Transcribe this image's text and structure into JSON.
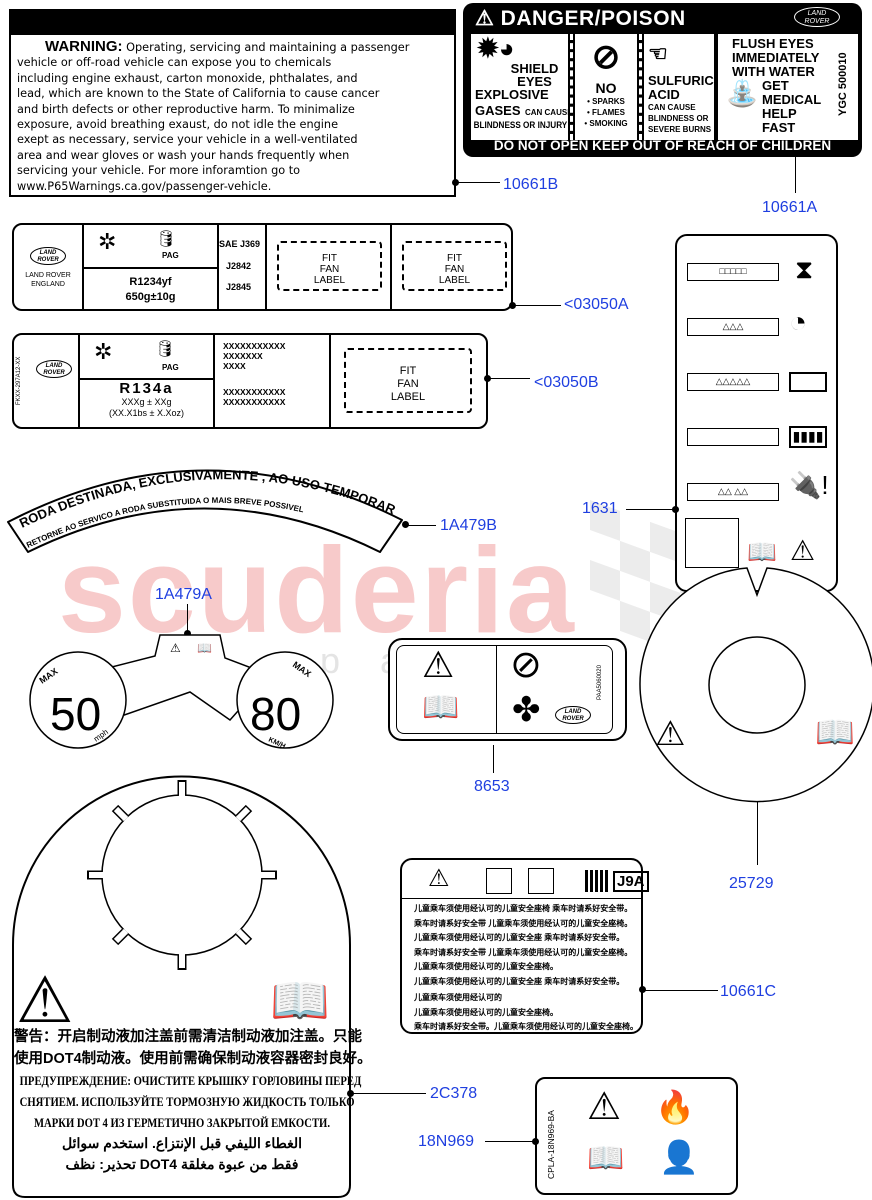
{
  "watermark": {
    "brand": "scuderia",
    "sub": "carparts"
  },
  "callouts": {
    "c10661B": "10661B",
    "c10661A": "10661A",
    "c03050A": "<03050A",
    "c03050B": "<03050B",
    "c1631": "1631",
    "c1A479B": "1A479B",
    "c1A479A": "1A479A",
    "c8653": "8653",
    "c25729": "25729",
    "c10661C": "10661C",
    "c2C378": "2C378",
    "c18N969": "18N969"
  },
  "prop65": {
    "heading": "WARNING:",
    "lines": [
      "Operating, servicing and maintaining a passenger",
      "vehicle or off-road vehicle can expose you to chemicals",
      "including engine exhaust, carton monoxide, phthalates, and",
      "lead, which are known to the State of California to cause cancer",
      "and birth defects or other reproductive harm. To minimalize",
      "exposure, avoid breathing exaust, do not idle the engine",
      "exept as necessary, service your vehicle in a well-ventilated",
      "area and wear gloves or wash your hands frequently when",
      "servicing your vehicle. For more inforamtion go to",
      "www.P65Warnings.ca.gov/passenger-vehicle."
    ]
  },
  "danger": {
    "title": "DANGER/POISON",
    "logo": "LAND ROVER",
    "p1": {
      "a": "SHIELD",
      "b": "EYES",
      "c": "EXPLOSIVE",
      "d": "GASES",
      "e": "CAN CAUSE",
      "f": "BLINDNESS OR INJURY"
    },
    "p2": {
      "a": "NO",
      "b": "• SPARKS",
      "c": "• FLAMES",
      "d": "• SMOKING"
    },
    "p3": {
      "a": "SULFURIC",
      "b": "ACID",
      "c": "CAN CAUSE",
      "d": "BLINDNESS OR",
      "e": "SEVERE BURNS"
    },
    "p4": {
      "a": "FLUSH EYES",
      "b": "IMMEDIATELY",
      "c": "WITH WATER",
      "d": "GET",
      "e": "MEDICAL",
      "f": "HELP",
      "g": "FAST",
      "code": "YGC 500010"
    },
    "footer": "DO NOT OPEN KEEP OUT OF REACH OF CHILDREN"
  },
  "refrigerant_a": {
    "logo": "LAND ROVER",
    "maker": "LAND ROVER",
    "country": "ENGLAND",
    "oil": "PAG",
    "gas": "R1234yf",
    "charge": "650g±10g",
    "std1": "SAE J369",
    "std2": "J2842",
    "std3": "J2845",
    "fan1": "FIT",
    "fan2": "FAN",
    "fan3": "LABEL"
  },
  "refrigerant_b": {
    "logo": "LAND ROVER",
    "code": "FKXX-297A12-XX",
    "oil": "PAG",
    "gas": "R134a",
    "charge": "XXXg ± XXg",
    "charge_imp": "(XX.X1bs ± X.Xoz)",
    "x1": "XXXXXXXXXXX",
    "x2": "XXXXXXX",
    "x3": "XXXX",
    "x4": "XXXXXXXXXXX",
    "x5": "XXXXXXXXXXX",
    "fan1": "FIT",
    "fan2": "FAN",
    "fan3": "LABEL"
  },
  "spare_wheel": {
    "line1": "RODA  DESTINADA,  EXCLUSIVAMENTE , AO USO TEMPORARIO",
    "line2": "RETORNE AO SERVICO   A RODA SUBSTITUIDA   O   MAIS BREVE POSSIVEL"
  },
  "speed_label": {
    "max_left": "MAX",
    "speed_left": "50",
    "unit_left": "mph",
    "max_right": "MAX",
    "speed_right": "80",
    "unit_right": "KM/H"
  },
  "brake_fluid": {
    "cn1": "警告：开启制动液加注盖前需清洁制动液加注盖。只能",
    "cn2": "使用DOT4制动液。使用前需确保制动液容器密封良好。",
    "ru1": "ПРЕДУПРЕЖДЕНИЕ: ОЧИСТИТЕ КРЫШКУ  ГОРЛОВИНЫ ПЕРЕД",
    "ru2": "СНЯТИЕМ. ИСПОЛЬЗУЙТЕ ТОРМОЗНУЮ ЖИДКОСТЬ ТОЛЬКО",
    "ru3": "МАРКИ DOT 4 ИЗ ГЕРМЕТИЧНО  ЗАКРЫТОЙ ЕМКОСТИ.",
    "ar1": "الغطاء الليفي قبل الإنتزاع. استخدم سوائل",
    "ar2": "فقط من عبوة مغلقة DOT4 تحذير: نظف"
  },
  "fan_label": {
    "code": "PAA5060020",
    "logo": "LAND ROVER"
  },
  "child_seat": {
    "code": "J9A",
    "lines": [
      "儿童乘车须使用经认可的儿童安全座椅 乘车时请系好安全带。",
      "乘车时请系好安全带 儿童乘车须使用经认可的儿童安全座椅。",
      "儿童乘车须使用经认可的儿童安全座 乘车时请系好安全带。",
      "乘车时请系好安全带 儿童乘车须使用经认可的儿童安全座椅。",
      "儿童乘车须使用经认可的儿童安全座椅。",
      "儿童乘车须使用经认可的儿童安全座 乘车时请系好安全带。",
      "儿童乘车须使用经认可的",
      "儿童乘车须使用经认可的儿童安全座椅。",
      "乘车时请系好安全带。儿童乘车须使用经认可的儿童安全座椅。"
    ]
  },
  "battery_label": {
    "code": "CPLA-18N969-BA"
  },
  "colors": {
    "callout": "#1f3fe0",
    "watermark": "#f7caca"
  }
}
